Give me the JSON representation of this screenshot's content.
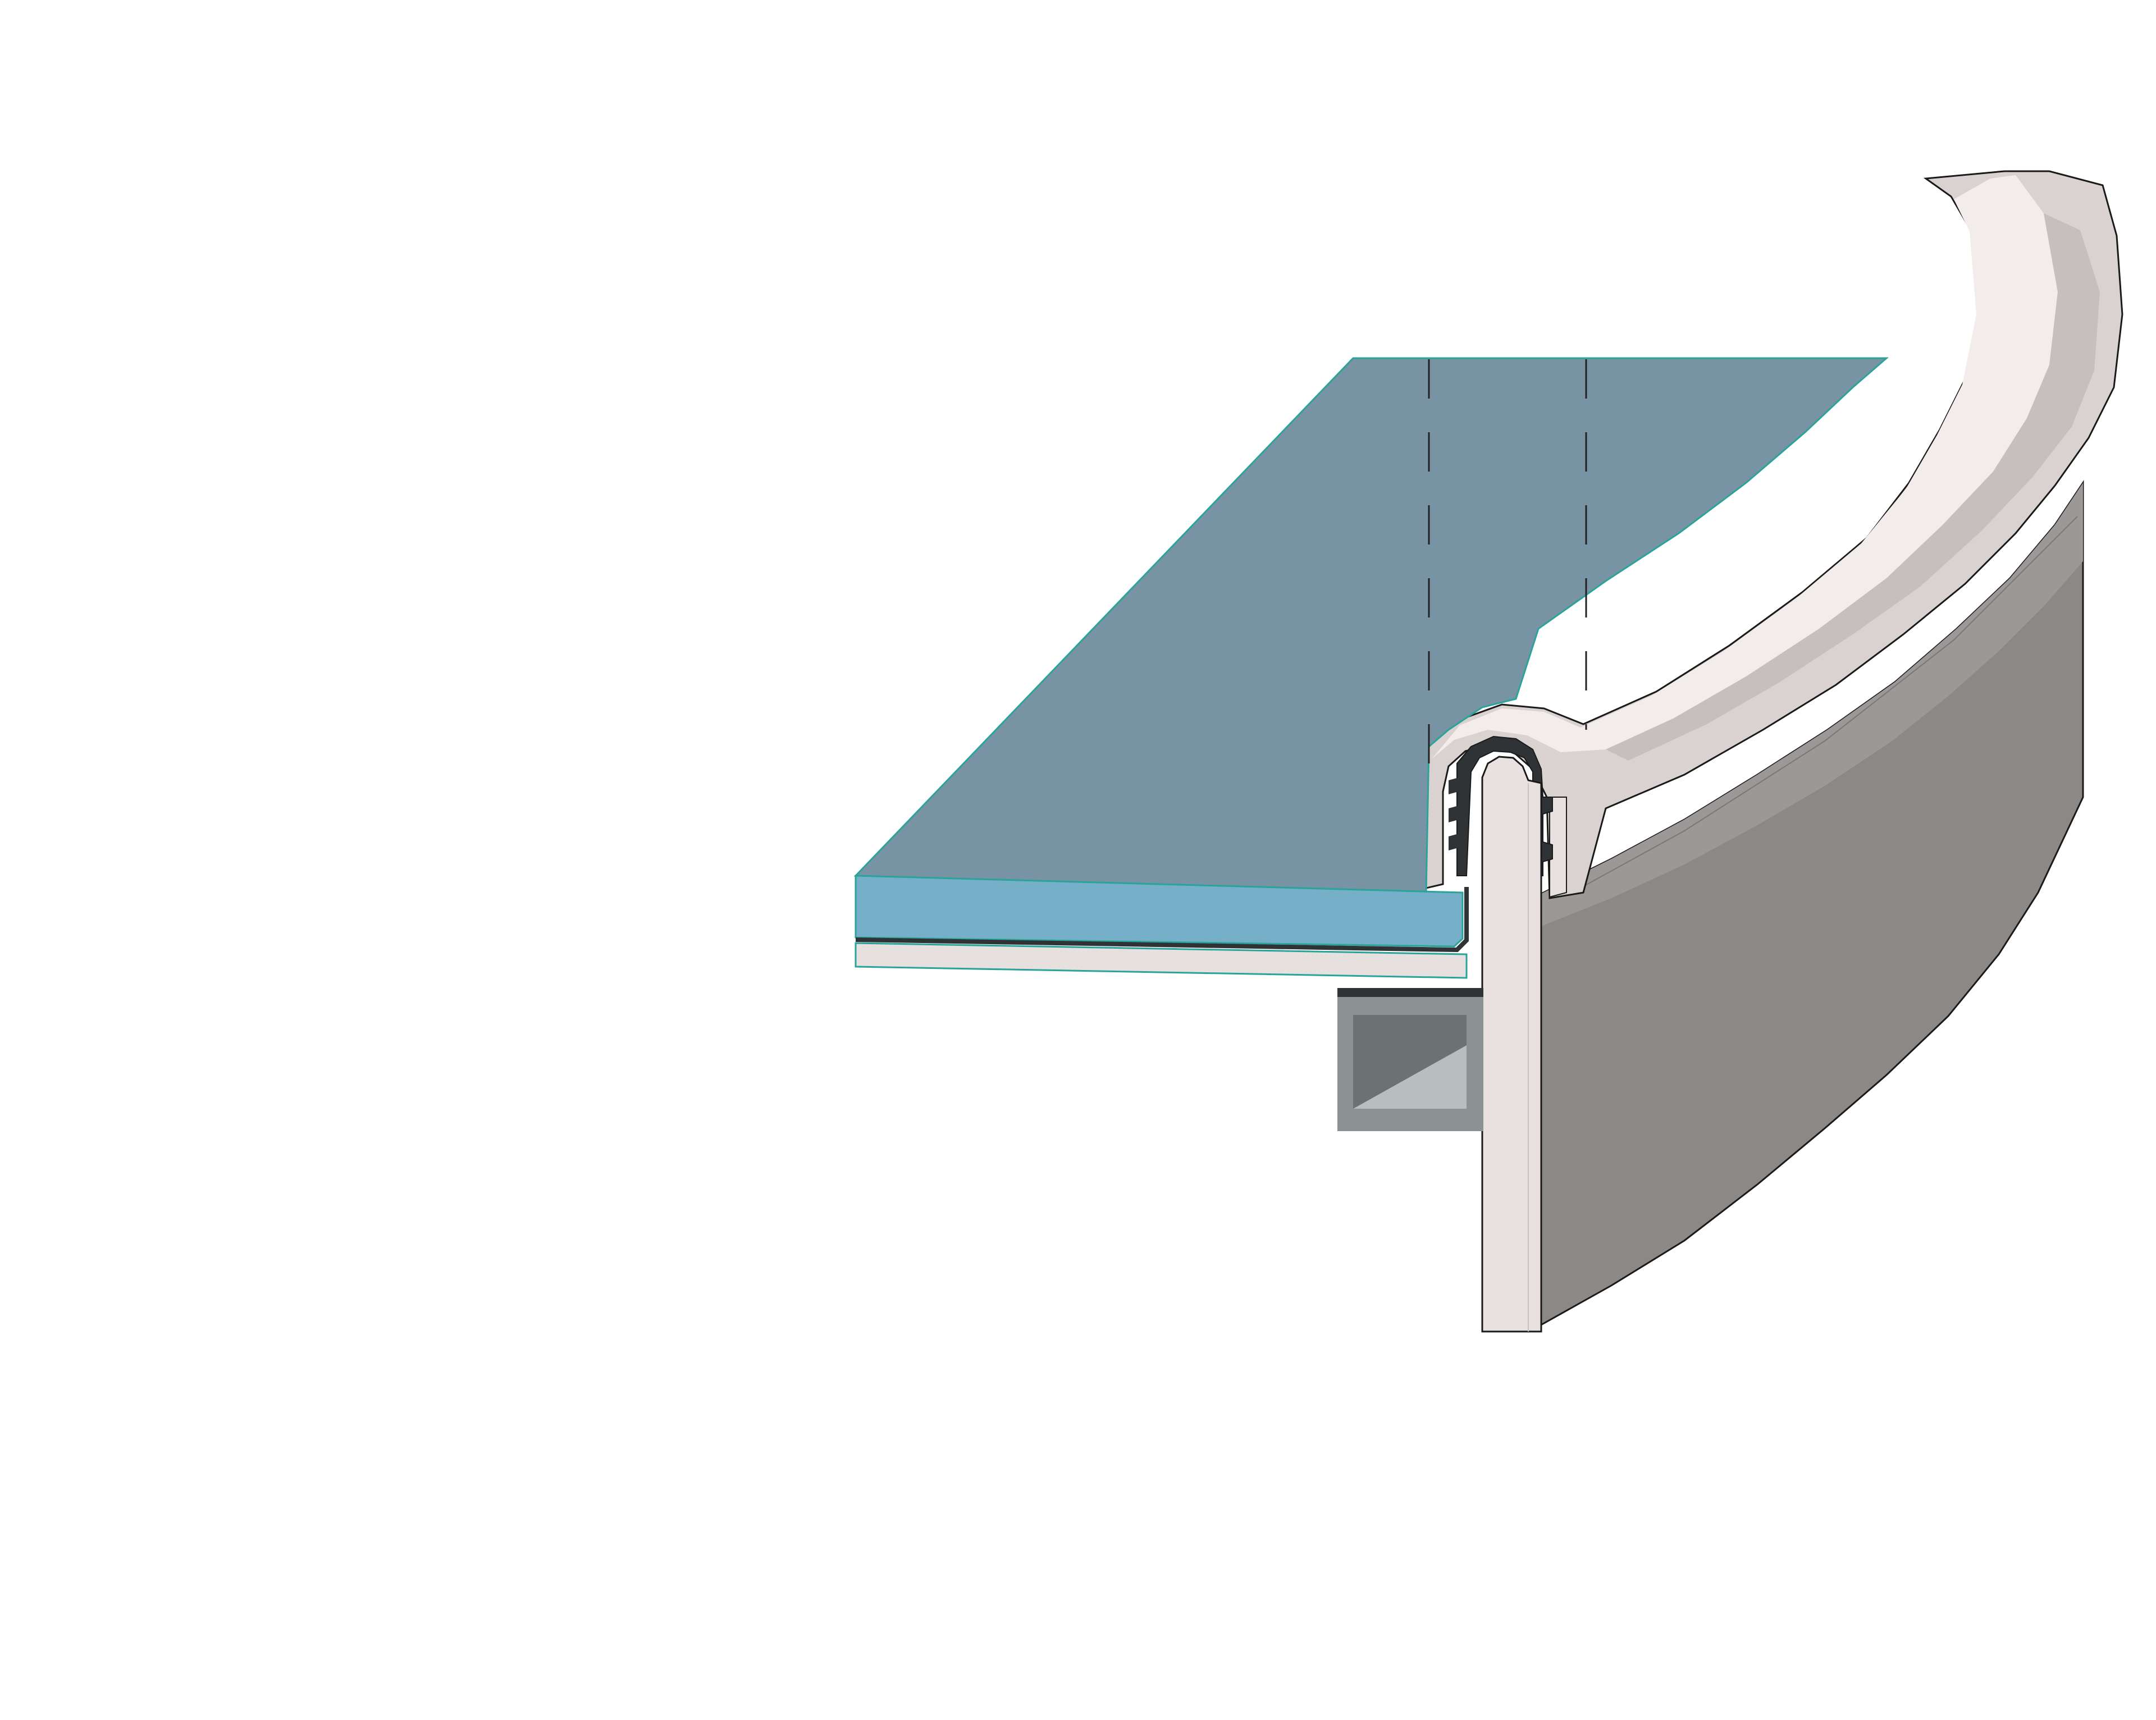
{
  "diagram": {
    "kind": "isometric cross-section illustration",
    "has_text": false,
    "colors": {
      "background": "#ffffff",
      "panel_top": "#7894a4",
      "panel_front": "#76b0c8",
      "panel_edge": "#2aa39a",
      "base_plate": "#e6e0de",
      "gasket": "#2f3336",
      "coping_light": "#f2eceb",
      "coping_mid": "#d9d2d1",
      "coping_dark": "#c6bfbe",
      "wall_face": "#8b8886",
      "wall_upper": "#9c9897",
      "upright": "#e8e1e0",
      "tube_frame": "#8a9292",
      "tube_inner": "#5d6162",
      "tube_light": "#b8bebf",
      "outline": "#1a1a1a",
      "dash_line": "#222222"
    },
    "parts": [
      {
        "name": "panel",
        "label": ""
      },
      {
        "name": "coping-cap",
        "label": ""
      },
      {
        "name": "curved-wall",
        "label": ""
      },
      {
        "name": "upright-plate",
        "label": ""
      },
      {
        "name": "square-tube",
        "label": ""
      },
      {
        "name": "gasket",
        "label": ""
      }
    ]
  }
}
